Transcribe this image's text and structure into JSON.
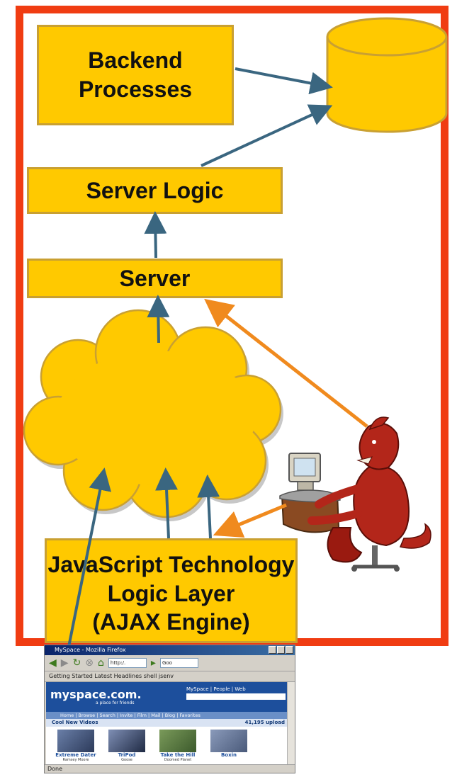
{
  "diagram": {
    "nodes": {
      "backend": [
        "Backend",
        "Processes"
      ],
      "server_logic": "Server Logic",
      "server": "Server",
      "ajax_engine": [
        "JavaScript Technology",
        "Logic Layer",
        "(AJAX Engine)"
      ]
    },
    "colors": {
      "frame": "#f03c12",
      "box_fill": "#ffc900",
      "box_border": "#c9a032",
      "flow_arrow": "#3a6680",
      "attack_arrow": "#f08a1e"
    }
  },
  "browser": {
    "window_title": "MySpace - Mozilla Firefox",
    "url": "http:/.",
    "search_placeholder": "Goo",
    "bookmarks": "Getting Started   Latest Headlines   shell   jsenv",
    "logo": "myspace.com.",
    "tagline": "a place for friends",
    "top_links": "MySpace | People | Web",
    "nav": "Home | Browse | Search | Invite | Film | Mail | Blog | Favorites",
    "section": "Cool New Videos",
    "upload_count": "41,195 upload",
    "videos": [
      {
        "title": "Extreme Dater",
        "sub": "Ramsey Moore"
      },
      {
        "title": "TriPod",
        "sub": "Goose"
      },
      {
        "title": "Take the Hill",
        "sub": "Doomed Planet"
      },
      {
        "title": "Boxin",
        "sub": ""
      }
    ],
    "status": "Done"
  }
}
